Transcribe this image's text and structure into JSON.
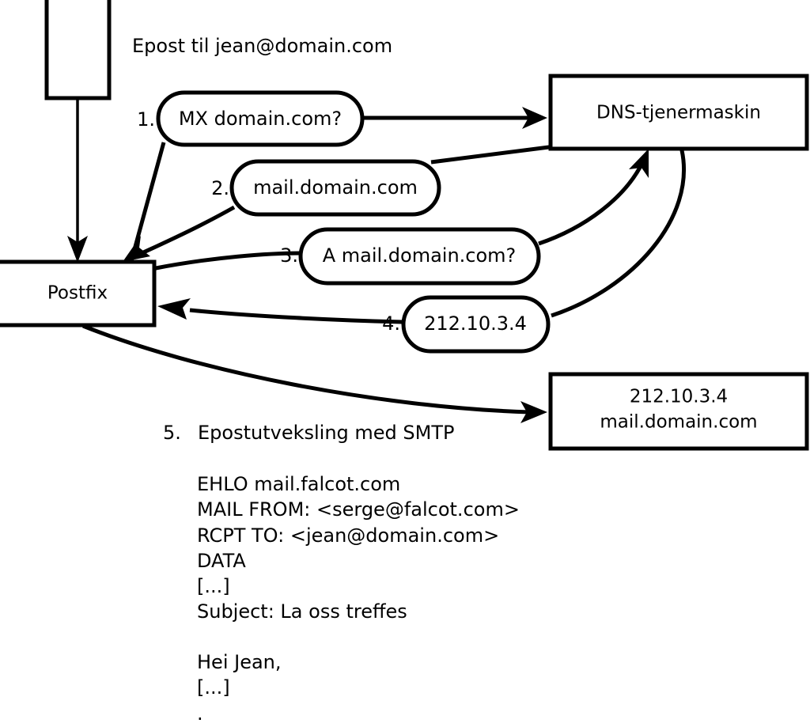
{
  "diagram": {
    "title_caption": "Epost til jean@domain.com",
    "nodes": {
      "client": {
        "label": ""
      },
      "postfix": {
        "label": "Postfix"
      },
      "dns": {
        "label": "DNS-tjenermaskin"
      },
      "mailserver": {
        "line1": "212.10.3.4",
        "line2": "mail.domain.com"
      }
    },
    "steps": [
      {
        "number": "1.",
        "label": "MX domain.com?"
      },
      {
        "number": "2.",
        "label": "mail.domain.com"
      },
      {
        "number": "3.",
        "label": "A mail.domain.com?"
      },
      {
        "number": "4.",
        "label": "212.10.3.4"
      }
    ],
    "step5": {
      "number": "5.",
      "label": "Epostutveksling med SMTP"
    },
    "smtp_transcript": [
      "EHLO mail.falcot.com",
      "MAIL FROM: <serge@falcot.com>",
      "RCPT TO: <jean@domain.com>",
      "DATA",
      "[...]",
      "Subject: La oss treffes",
      "",
      "Hei Jean,",
      "[...]",
      "."
    ],
    "colors": {
      "stroke": "#000000",
      "fill": "#ffffff",
      "text": "#000000"
    }
  }
}
